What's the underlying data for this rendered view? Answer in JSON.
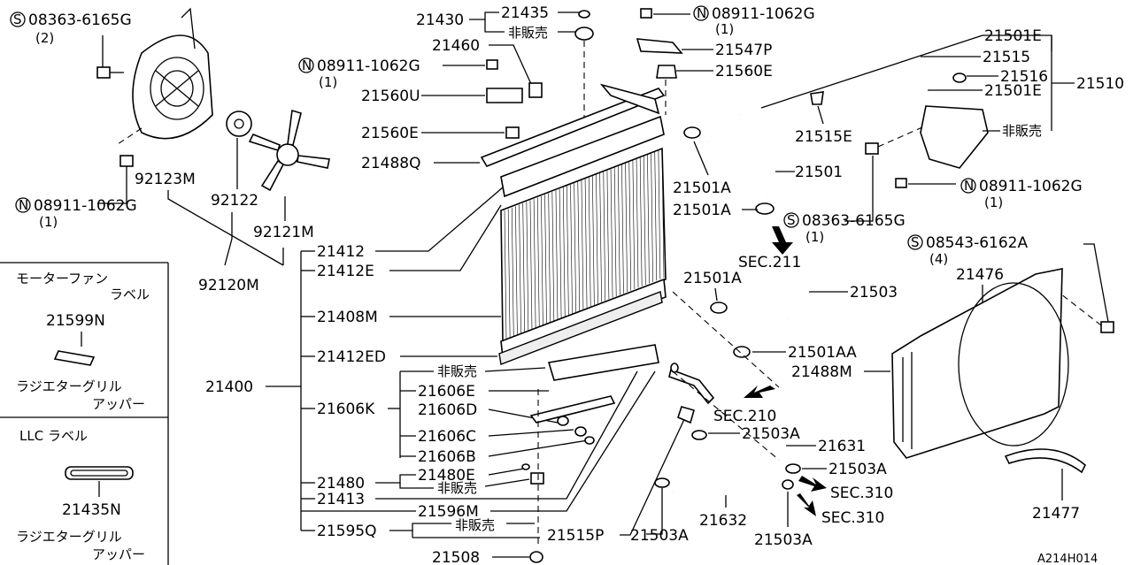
{
  "labels": {
    "p21430": "21430",
    "p21435": "21435",
    "nonsale_top": "非販売",
    "p21460": "21460",
    "n08911_a": "08911-1062G",
    "qty1_a": "(1)",
    "p21560u": "21560U",
    "p21560e_left": "21560E",
    "p21488q": "21488Q",
    "s08363_a": "08363-6165G",
    "qty2_a": "(2)",
    "p92123m": "92123M",
    "p92122": "92122",
    "p92121m": "92121M",
    "p92120m": "92120M",
    "n08911_b": "08911-1062G",
    "qty1_b": "(1)",
    "n08911_c": "08911-1062G",
    "qty1_c": "(1)",
    "p21547p": "21547P",
    "p21560e_right": "21560E",
    "p21501e_top": "21501E",
    "p21515": "21515",
    "p21516": "21516",
    "p21501e_mid": "21501E",
    "p21510": "21510",
    "nonsale_right": "非販売",
    "p21515e": "21515E",
    "p21501": "21501",
    "p21501a_1": "21501A",
    "p21501a_2": "21501A",
    "s08363_b": "08363-6165G",
    "qty1_d": "(1)",
    "n08911_d": "08911-1062G",
    "qty1_e": "(1)",
    "sec211": "SEC.211",
    "s08543": "08543-6162A",
    "qty4": "(4)",
    "p21476": "21476",
    "p21412": "21412",
    "p21412e": "21412E",
    "p21408m": "21408M",
    "p21412ed": "21412ED",
    "p21400": "21400",
    "p21606k": "21606K",
    "nonsale_mid": "非販売",
    "p21606e": "21606E",
    "p21606d": "21606D",
    "p21606c": "21606C",
    "p21606b": "21606B",
    "p21480e": "21480E",
    "p21480": "21480",
    "nonsale_low": "非販売",
    "p21413": "21413",
    "p21596m": "21596M",
    "p21595q": "21595Q",
    "nonsale_bottom": "非販売",
    "p21515p": "21515P",
    "p21503a_b1": "21503A",
    "p21508": "21508",
    "p21501a_3": "21501A",
    "p21503": "21503",
    "p21501aa": "21501AA",
    "p21488m": "21488M",
    "sec210": "SEC.210",
    "p21503a_r1": "21503A",
    "p21631": "21631",
    "p21503a_r2": "21503A",
    "sec310_a": "SEC.310",
    "sec310_b": "SEC.310",
    "p21632": "21632",
    "p21503a_b2": "21503A",
    "p21477": "21477",
    "motor_fan_label_1": "モーターファン",
    "motor_fan_label_2": "ラベル",
    "p21599n": "21599N",
    "radiator_grille_1": "ラジエターグリル",
    "upper_1": "アッパー",
    "llc_label": "LLC ラベル",
    "p21435n": "21435N",
    "radiator_grille_2": "ラジエターグリル",
    "upper_2": "アッパー",
    "diagram_code": "A214H014"
  },
  "prefixes": {
    "S": "S",
    "N": "N"
  }
}
